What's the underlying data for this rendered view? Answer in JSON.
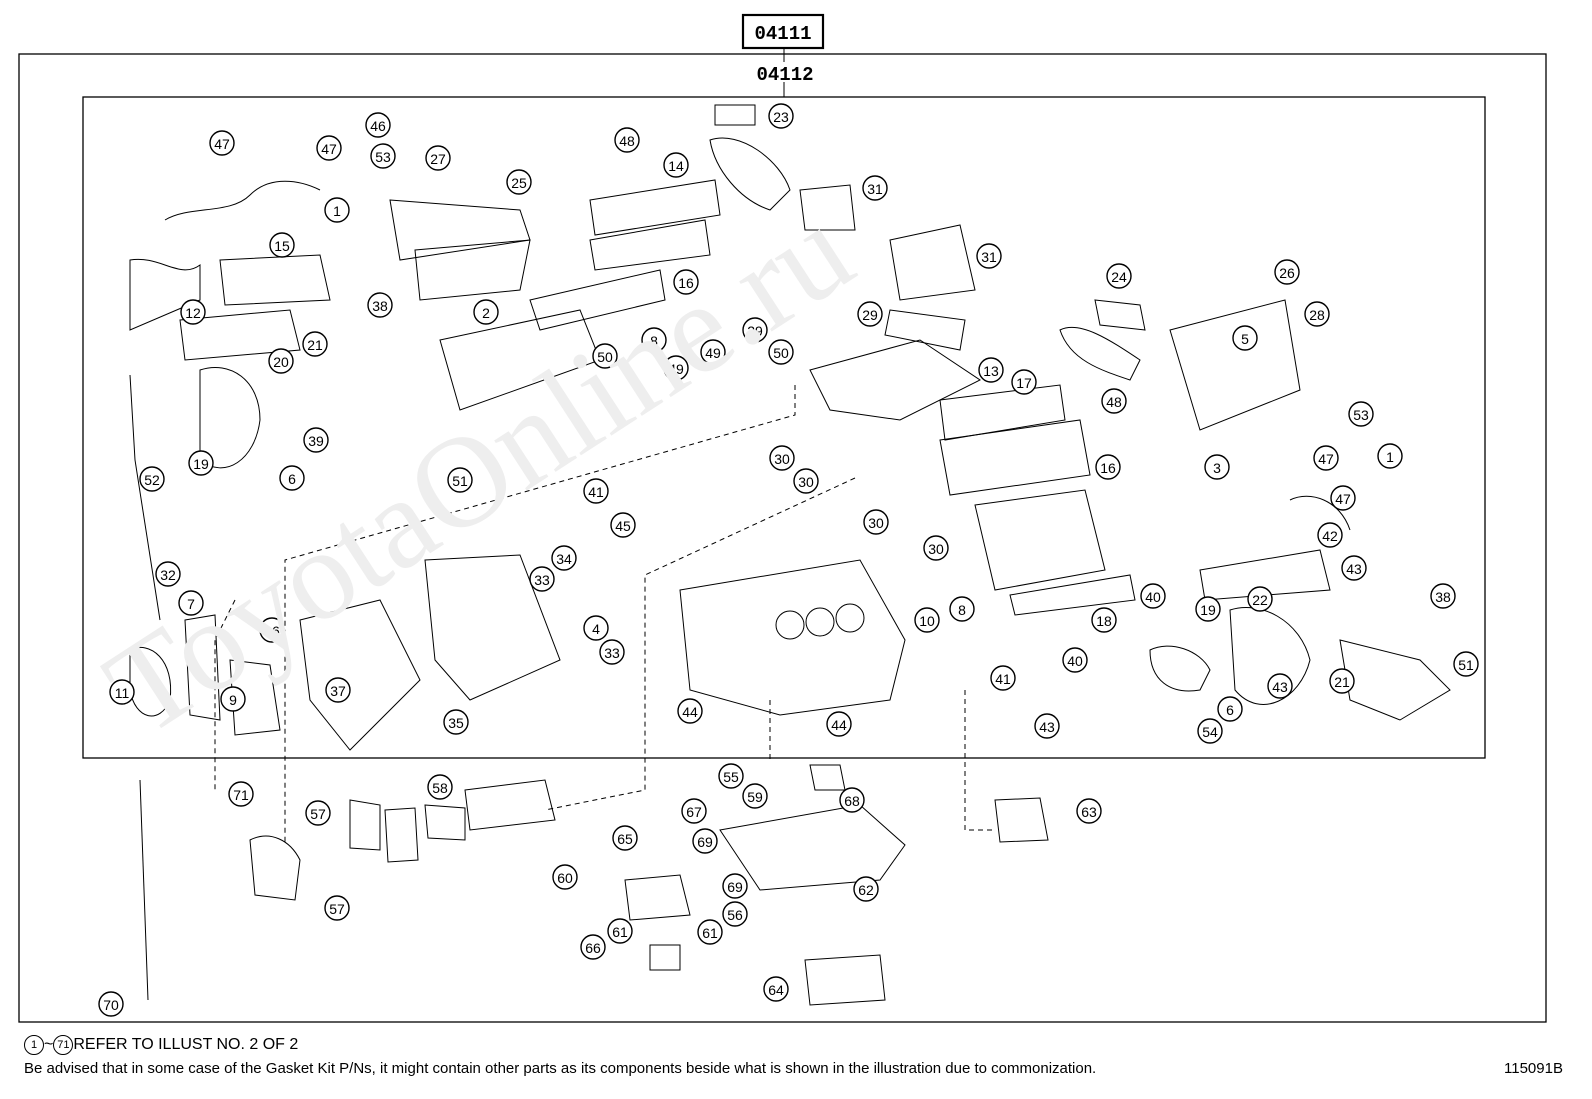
{
  "headers": {
    "outer_kit": "04111",
    "inner_kit": "04112"
  },
  "watermark": "ToyotaOnline.ru",
  "footer": {
    "refer_start": "1",
    "refer_tilde": "~",
    "refer_end": "71",
    "refer_text": "REFER TO ILLUST NO. 2 OF 2",
    "note": "Be advised that in some case of the Gasket Kit P/Ns,  it might contain other parts as its components beside what is shown in the illustration due to commonization.",
    "illustration_id": "115091B"
  },
  "callout_numbers": [
    "47",
    "47",
    "53",
    "46",
    "27",
    "25",
    "48",
    "23",
    "14",
    "1",
    "31",
    "15",
    "2",
    "16",
    "31",
    "24",
    "26",
    "12",
    "38",
    "8",
    "29",
    "29",
    "28",
    "5",
    "21",
    "20",
    "50",
    "49",
    "49",
    "50",
    "13",
    "17",
    "53",
    "19",
    "39",
    "48",
    "3",
    "1",
    "47",
    "6",
    "30",
    "30",
    "52",
    "51",
    "41",
    "16",
    "45",
    "47",
    "30",
    "30",
    "42",
    "34",
    "32",
    "33",
    "4",
    "8",
    "10",
    "40",
    "19",
    "22",
    "43",
    "38",
    "7",
    "36",
    "33",
    "18",
    "11",
    "37",
    "9",
    "35",
    "41",
    "40",
    "43",
    "21",
    "51",
    "44",
    "44",
    "43",
    "6",
    "54",
    "71",
    "55",
    "58",
    "59",
    "68",
    "63",
    "57",
    "65",
    "67",
    "69",
    "60",
    "69",
    "62",
    "57",
    "56",
    "61",
    "61",
    "66",
    "64",
    "70"
  ]
}
